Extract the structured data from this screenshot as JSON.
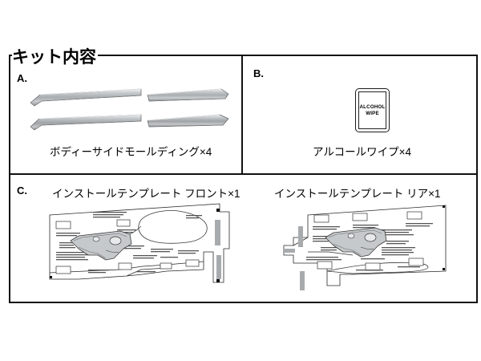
{
  "document": {
    "title": "キット内容",
    "background_color": "#ffffff",
    "border_color": "#111111"
  },
  "sections": {
    "a": {
      "letter": "A.",
      "caption": "ボディーサイドモールディング×4",
      "item_name": "ボディーサイドモールディング",
      "quantity": "×4",
      "parts_count": 4,
      "part_fill_color": "#b9bcbe"
    },
    "b": {
      "letter": "B.",
      "caption": "アルコールワイプ×4",
      "item_name": "アルコールワイプ",
      "quantity": "×4",
      "packet_line1": "ALCOHOL",
      "packet_line2": "WIPE"
    },
    "c": {
      "letter": "C.",
      "heading_front": "インストールテンプレート フロント×1",
      "heading_rear": "インストールテンプレート リア×1",
      "front_item_name": "インストールテンプレート フロント",
      "front_quantity": "×1",
      "rear_item_name": "インストールテンプレート リア",
      "rear_quantity": "×1"
    }
  }
}
